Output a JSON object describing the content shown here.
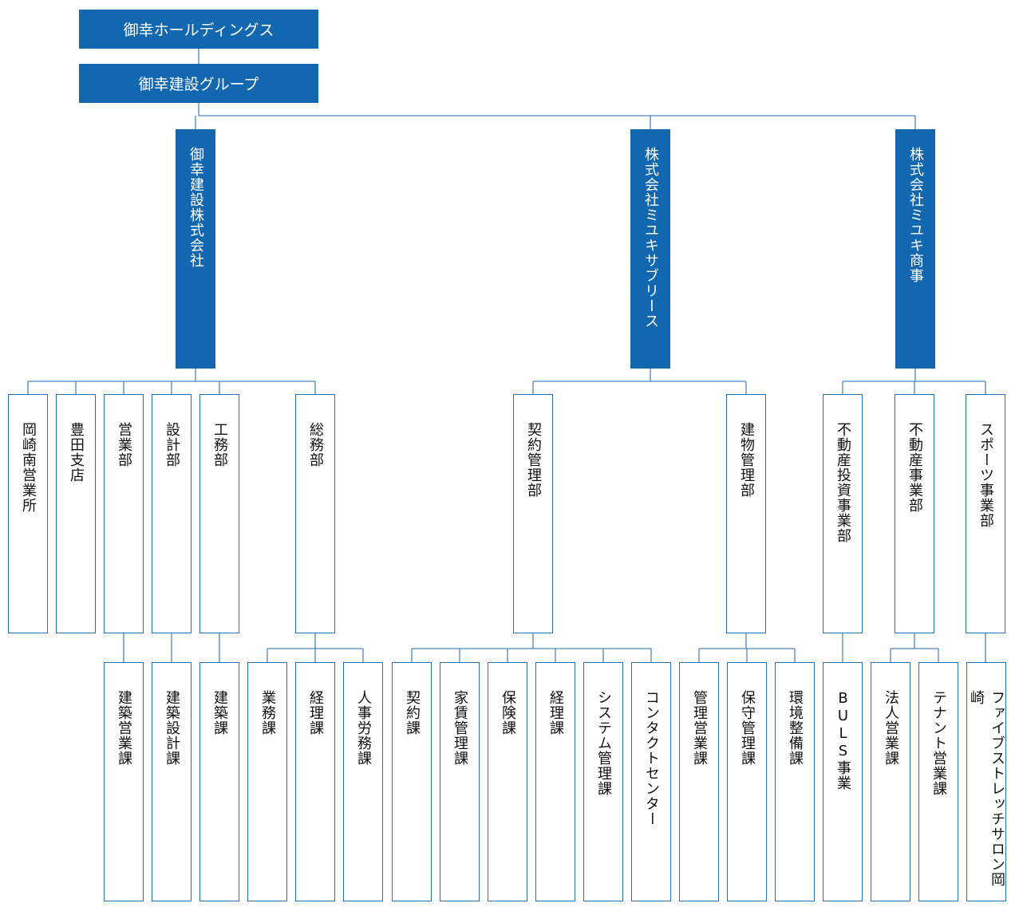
{
  "holding": "御幸ホールディングス",
  "group": "御幸建設グループ",
  "companies": [
    {
      "name": "御幸建設株式会社",
      "departments": [
        {
          "name": "岡崎南営業所",
          "sections": []
        },
        {
          "name": "豊田支店",
          "sections": []
        },
        {
          "name": "営業部",
          "sections": [
            "建築営業課"
          ]
        },
        {
          "name": "設計部",
          "sections": [
            "建築設計課"
          ]
        },
        {
          "name": "工務部",
          "sections": [
            "建築課"
          ]
        },
        {
          "name": "総務部",
          "sections": [
            "業務課",
            "経理課",
            "人事労務課"
          ]
        }
      ]
    },
    {
      "name": "株式会社ミユキサブリース",
      "departments": [
        {
          "name": "契約管理部",
          "sections": [
            "契約課",
            "家賃管理課",
            "保険課",
            "経理課",
            "システム管理課",
            "コンタクトセンター"
          ]
        },
        {
          "name": "建物管理部",
          "sections": [
            "管理営業課",
            "保守管理課",
            "環境整備課"
          ]
        }
      ]
    },
    {
      "name": "株式会社ミユキ商事",
      "departments": [
        {
          "name": "不動産投資事業部",
          "sections": [
            "BULS事業"
          ]
        },
        {
          "name": "不動産事業部",
          "sections": [
            "法人営業課",
            "テナント営業課"
          ]
        },
        {
          "name": "スポーツ事業部",
          "sections": [
            "ファイブストレッチサロン岡崎"
          ]
        }
      ]
    }
  ]
}
